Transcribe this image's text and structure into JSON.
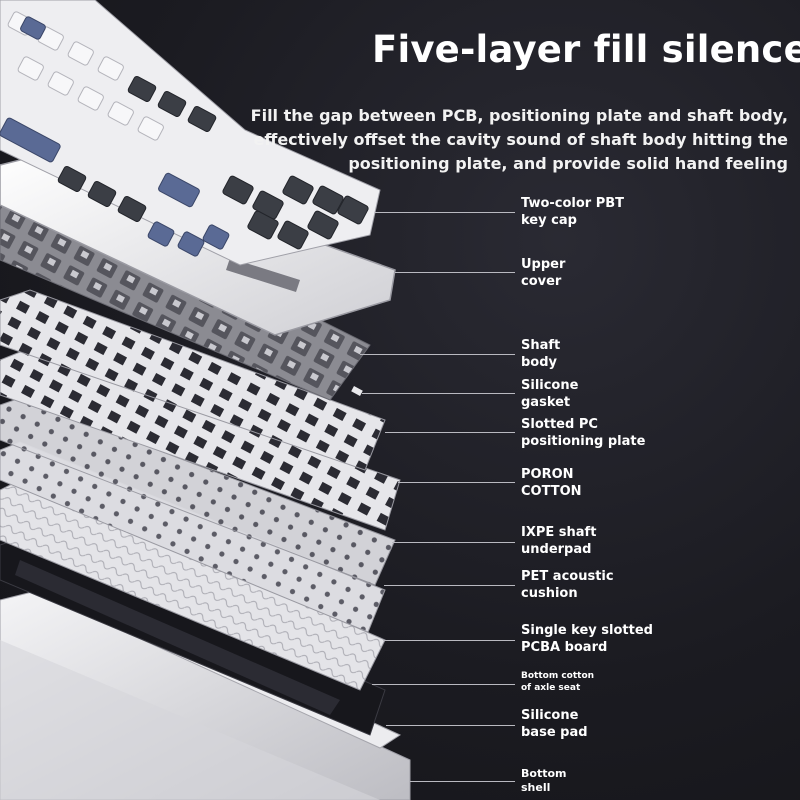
{
  "title": "Five-layer fill silencer",
  "subtitle": "Fill the gap between PCB, positioning plate and shaft body, effectively offset the cavity sound of shaft body hitting the positioning plate, and provide solid hand feeling",
  "layers": [
    {
      "label": "Two-color PBT\nkey cap"
    },
    {
      "label": "Upper\ncover"
    },
    {
      "label": "Shaft\nbody"
    },
    {
      "label": "Silicone\ngasket"
    },
    {
      "label": "Slotted PC\npositioning plate"
    },
    {
      "label": "PORON\nCOTTON"
    },
    {
      "label": "IXPE shaft\nunderpad"
    },
    {
      "label": "PET acoustic\ncushion"
    },
    {
      "label": "Single key slotted\nPCBA board"
    },
    {
      "label": "Bottom cotton\nof axle seat"
    },
    {
      "label": "Silicone\nbase pad"
    },
    {
      "label": "Bottom\nshell"
    }
  ],
  "colors": {
    "background": "#1b1b21",
    "text": "#ffffff",
    "keycap_white": "#f1f1f3",
    "keycap_dark": "#3a3d44",
    "keycap_blue": "#5a6a95",
    "plate_white": "#e9e9ec",
    "pcba_black": "#15151a"
  }
}
